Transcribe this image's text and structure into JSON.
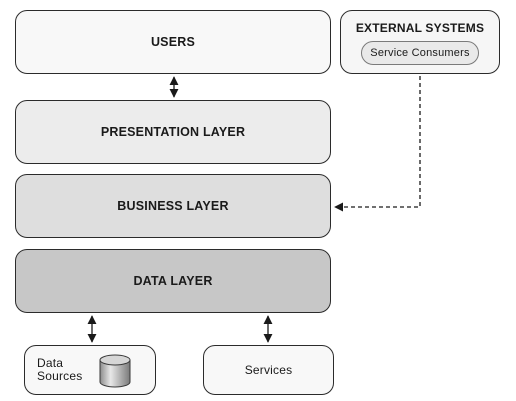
{
  "layers": {
    "users": "USERS",
    "presentation": "PRESENTATION LAYER",
    "business": "BUSINESS LAYER",
    "data": "DATA LAYER"
  },
  "external": {
    "title": "EXTERNAL SYSTEMS",
    "consumers": "Service Consumers"
  },
  "bottom": {
    "data_sources_line1": "Data",
    "data_sources_line2": "Sources",
    "services": "Services"
  },
  "icons": {
    "database": "database-cylinder-icon"
  }
}
